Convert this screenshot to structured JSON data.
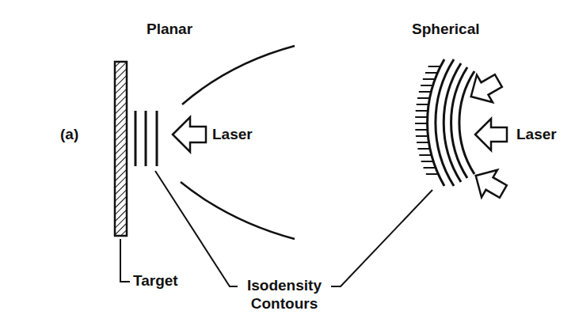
{
  "diagram": {
    "labels": [
      "Planar",
      "Spherical",
      "(a)",
      "Laser",
      "Laser",
      "Target",
      "Isodensity Contours"
    ]
  }
}
